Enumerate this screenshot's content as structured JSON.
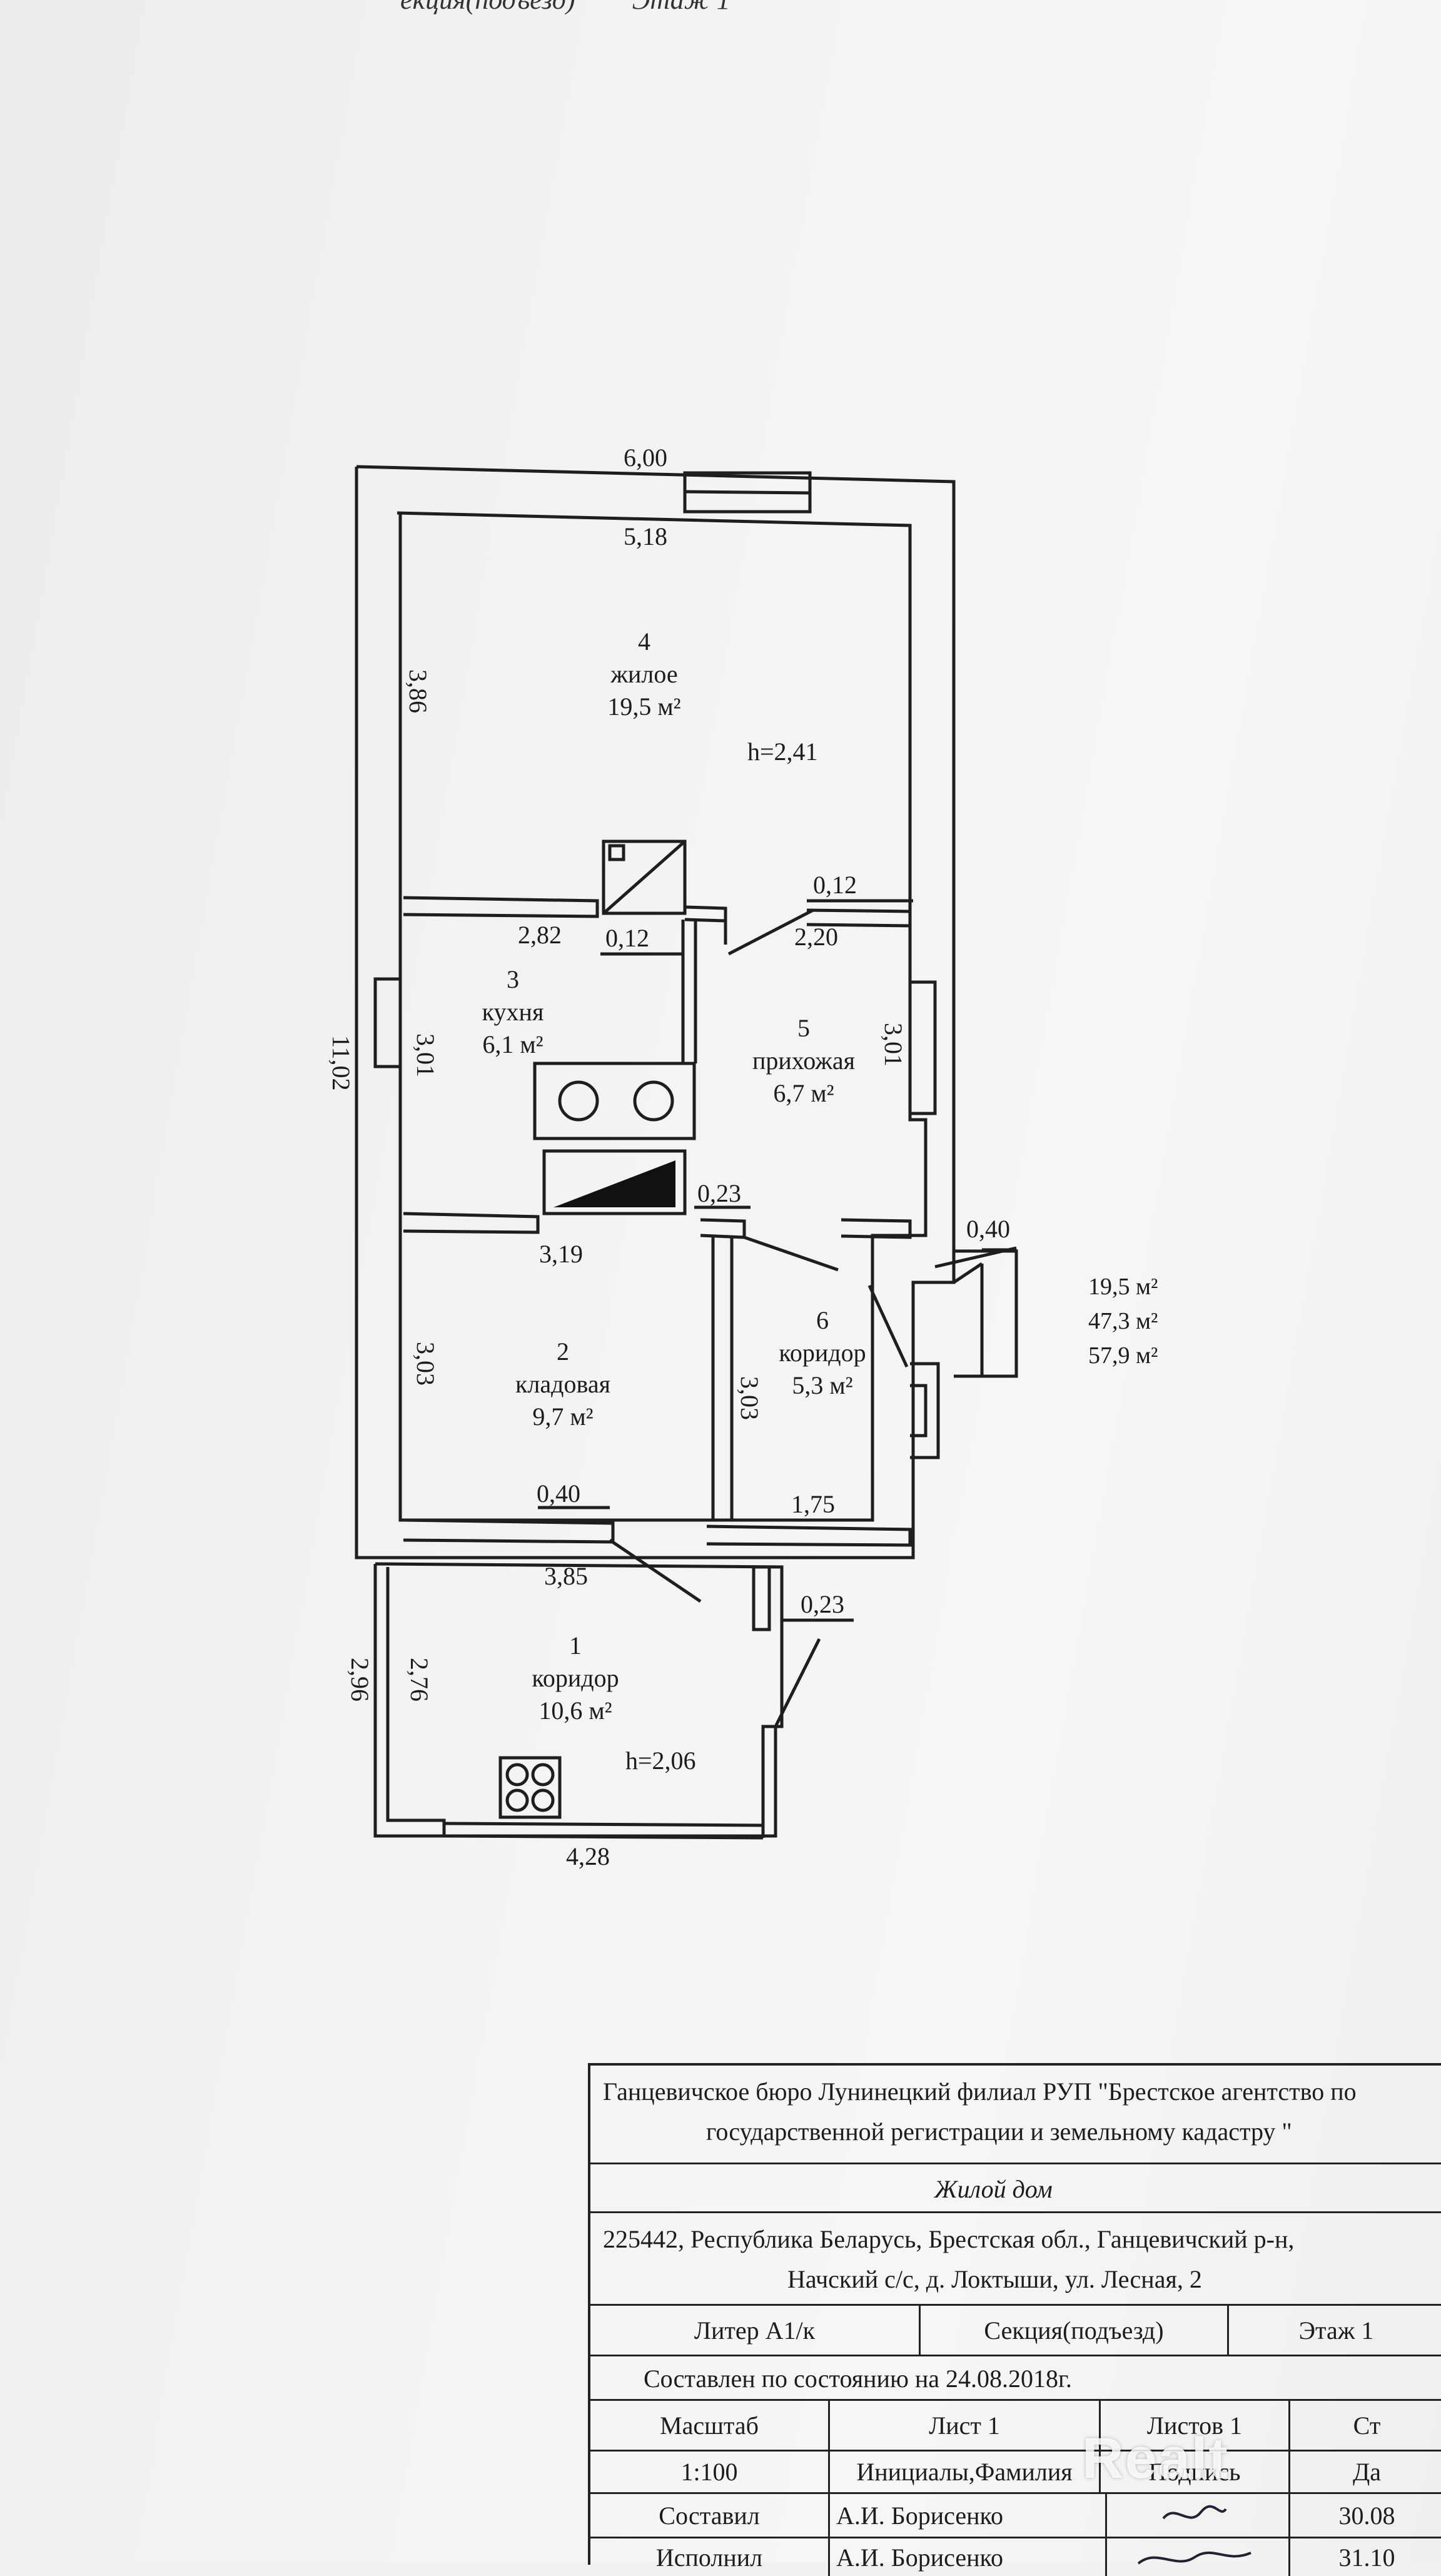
{
  "header_cut": {
    "section": "екция(подъезд)",
    "floor": "Этаж 1"
  },
  "dimensions": {
    "outer_width": "6,00",
    "inner_width_top": "5,18",
    "outer_length": "11,02",
    "room4_height_side": "3,86",
    "d_2_82": "2,82",
    "d_0_12a": "0,12",
    "d_0_12b": "0,12",
    "d_2_20": "2,20",
    "room3_side": "3,01",
    "room5_side": "3,01",
    "d_0_23a": "0,23",
    "d_0_40a": "0,40",
    "d_3_19": "3,19",
    "room2_side": "3,03",
    "room6_side": "3,03",
    "d_0_40b": "0,40",
    "d_1_75": "1,75",
    "d_3_85": "3,85",
    "d_0_23b": "0,23",
    "porch_outer": "2,96",
    "porch_inner": "2,76",
    "porch_width": "4,28"
  },
  "rooms": [
    {
      "num": "4",
      "name": "жилое",
      "area": "19,5 м²"
    },
    {
      "num": "3",
      "name": "кухня",
      "area": "6,1 м²"
    },
    {
      "num": "5",
      "name": "прихожая",
      "area": "6,7 м²"
    },
    {
      "num": "2",
      "name": "кладовая",
      "area": "9,7 м²"
    },
    {
      "num": "6",
      "name": "коридор",
      "area": "5,3 м²"
    },
    {
      "num": "1",
      "name": "коридор",
      "area": "10,6 м²"
    }
  ],
  "heights": {
    "main": "h=2,41",
    "porch": "h=2,06"
  },
  "summary": {
    "living": "19,5 м²",
    "useful": "47,3 м²",
    "total": "57,9 м²"
  },
  "title_block": {
    "org_line1": "Ганцевичское бюро Лунинецкий  филиал РУП  \"Брестское агентство по",
    "org_line2": "государственной регистрации и земельному кадастру \"",
    "object": "Жилой дом",
    "address_line1": "225442, Республика Беларусь, Брестская обл., Ганцевичский р-н,",
    "address_line2": "Начский с/с, д. Локтыши, ул. Лесная, 2",
    "liter": "Литер А1/к",
    "section": "Секция(подъезд)",
    "floor": "Этаж 1",
    "status": "Составлен по состоянию на 24.08.2018г.",
    "h_scale": "Масштаб",
    "h_sheet": "Лист 1",
    "h_sheets": "Листов 1",
    "h_st": "Ст",
    "scale": "1:100",
    "initials": "Инициалы,Фамилия",
    "signature": "Подпись",
    "date_h": "Да",
    "compiled": "Составил",
    "compiled_name": "А.И. Борисенко",
    "compiled_date": "30.08",
    "checked": "Исполнил",
    "checked_name": "А.И. Борисенко",
    "checked_date": "31.10"
  },
  "watermark": "Realt"
}
